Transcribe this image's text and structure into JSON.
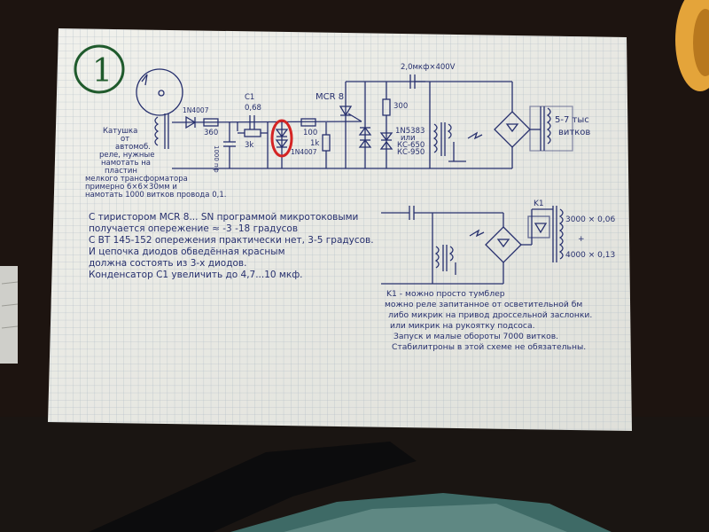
{
  "sheet_number": "1",
  "labels": {
    "coil": [
      "Катушка",
      "от",
      "автомоб.",
      "реле, нужные",
      "намотать на",
      "пластин",
      "мелкого трансформатора",
      "примерно 6×6×30мм и",
      "намотать 1000 витков провода 0,1."
    ],
    "d1": "1N4007",
    "r1": "360",
    "c1_name": "C1",
    "c1_val": "0,68",
    "c_small": "1000 пф",
    "r2": "3k",
    "d2": "1N4007",
    "r3": "100",
    "r4": "1k",
    "thyristor": "MCR 8",
    "r5": "300",
    "zener": [
      "1N5383",
      "или",
      "КС-650",
      "КС-950"
    ],
    "cap_top": "2,0мкф×400V",
    "turns": [
      "5-7 тыс",
      "витков"
    ]
  },
  "notes_left": [
    "С тиристором MCR 8... SN программой микротоковыми",
    "получается опережение ≈ -3 -18 градусов",
    "С BT 145-152 опережения практически нет, 3-5 градусов.",
    "И цепочка диодов обведённая красным",
    "должна состоять из 3-х диодов.",
    "Конденсатор С1 увеличить до 4,7...10 мкф."
  ],
  "notes_right": [
    "K1 - можно просто тумблер",
    "можно реле запитанное от осветительной бм",
    "либо микрик на привод дроссельной заслонки.",
    "или микрик на рукоятку подсоса.",
    "Запуск и малые обороты 7000 витков.",
    "Стабилитроны в этой схеме не обязательны."
  ],
  "sub": {
    "k1": "K1",
    "w1": "3000 × 0,06",
    "plus": "+",
    "w2": "4000 × 0,13"
  }
}
